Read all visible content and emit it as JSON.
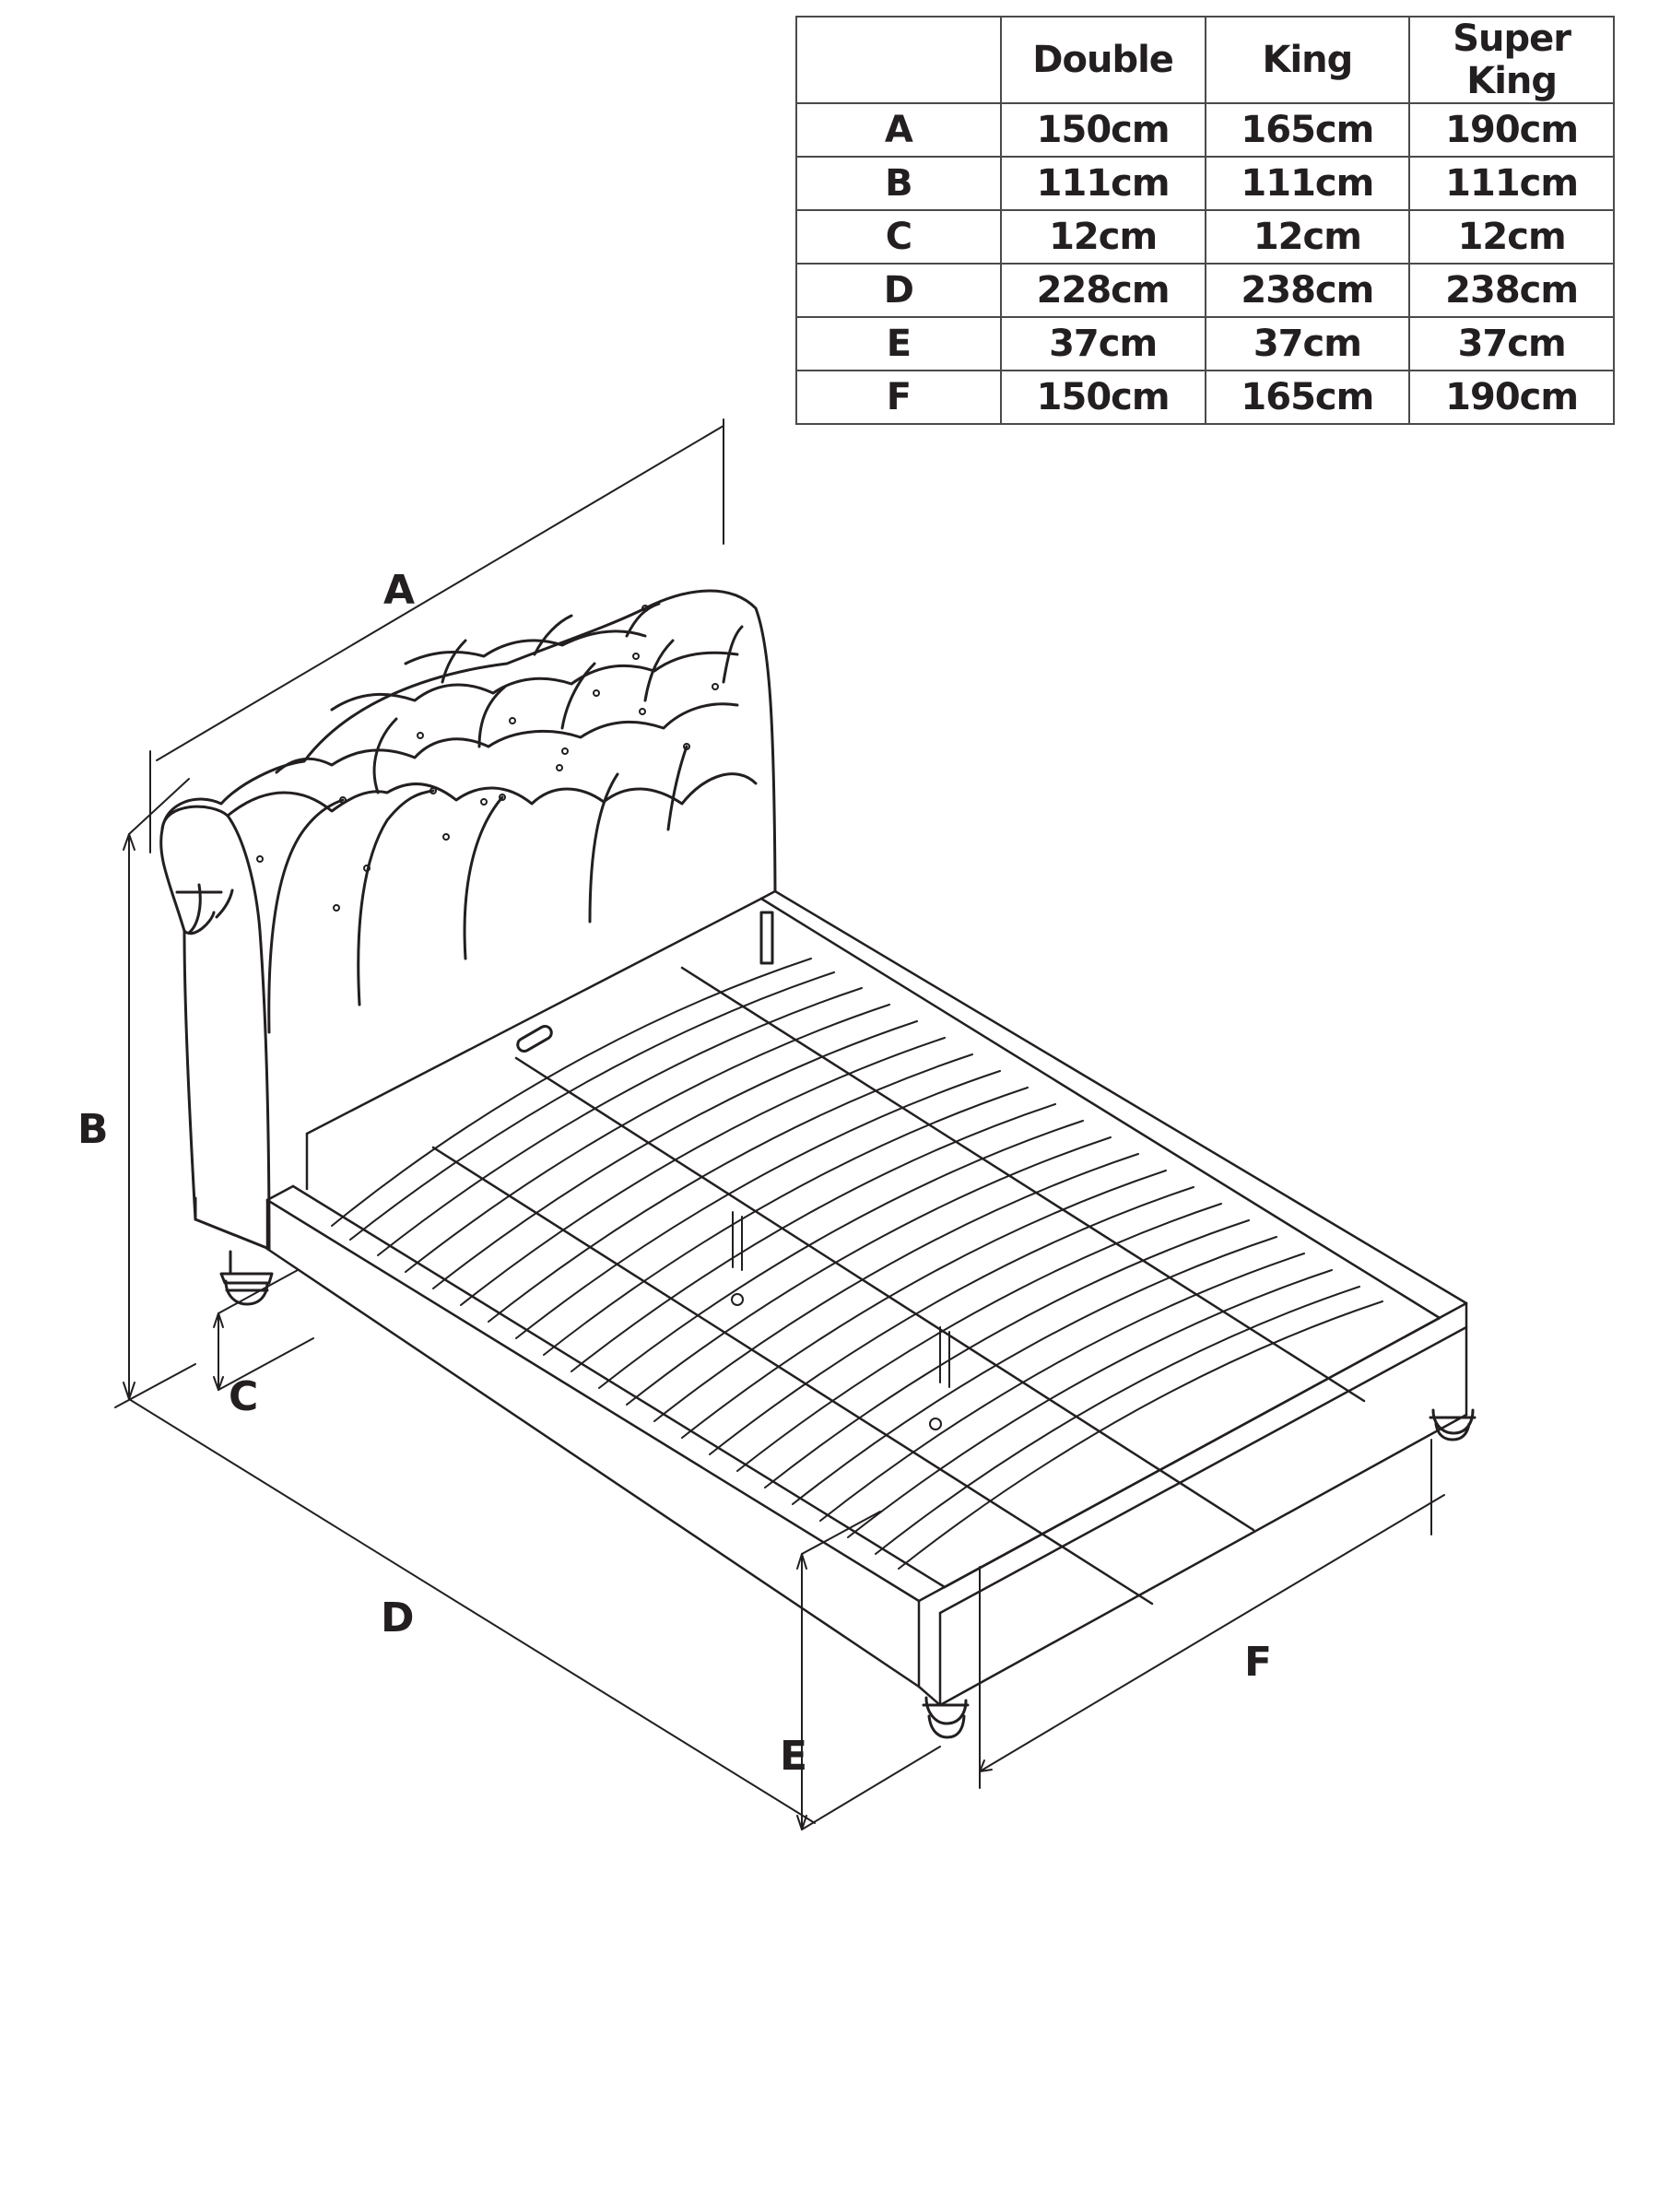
{
  "diagram": {
    "subject": "Upholstered bed with buttoned scalloped headboard and sprung slatted base",
    "dimension_labels": [
      "A",
      "B",
      "C",
      "D",
      "E",
      "F"
    ]
  },
  "table": {
    "headers": [
      "",
      "Double",
      "King",
      "Super King"
    ],
    "rows": [
      {
        "label": "A",
        "double": "150cm",
        "king": "165cm",
        "super_king": "190cm"
      },
      {
        "label": "B",
        "double": "111cm",
        "king": "111cm",
        "super_king": "111cm"
      },
      {
        "label": "C",
        "double": "12cm",
        "king": "12cm",
        "super_king": "12cm"
      },
      {
        "label": "D",
        "double": "228cm",
        "king": "238cm",
        "super_king": "238cm"
      },
      {
        "label": "E",
        "double": "37cm",
        "king": "37cm",
        "super_king": "37cm"
      },
      {
        "label": "F",
        "double": "150cm",
        "king": "165cm",
        "super_king": "190cm"
      }
    ]
  },
  "colors": {
    "line": "#231f20",
    "table_border": "#4a4a4a",
    "background": "#ffffff"
  }
}
